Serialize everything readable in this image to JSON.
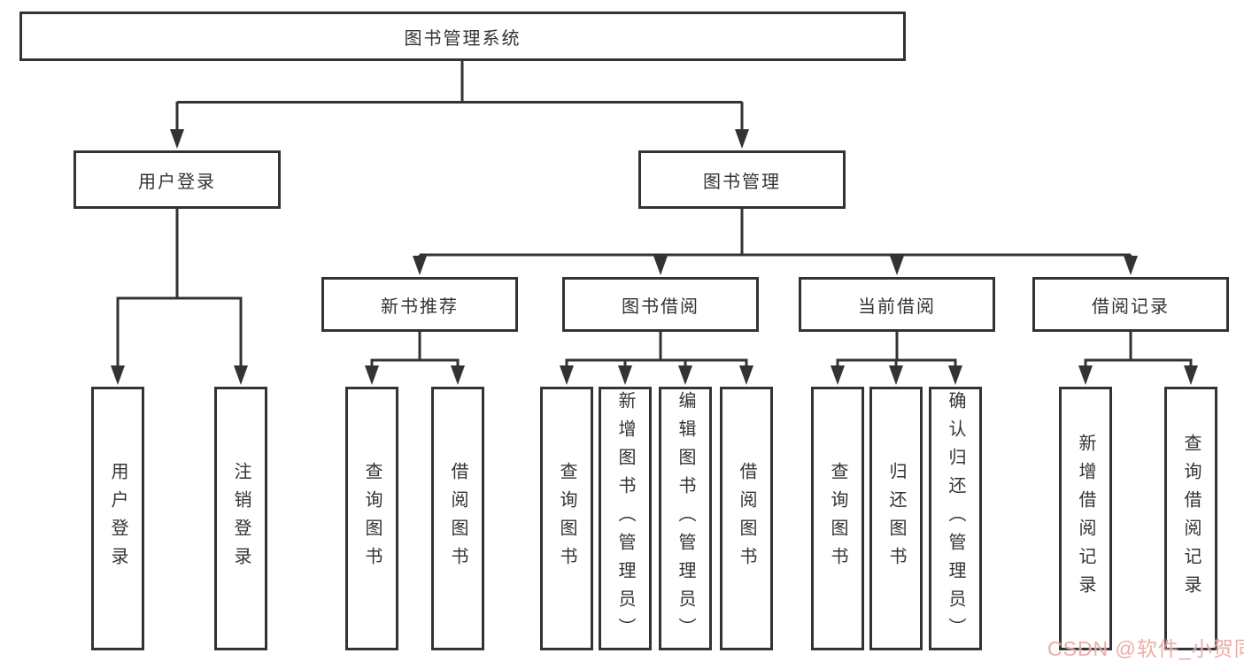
{
  "diagram": {
    "root": {
      "label": "图书管理系统"
    },
    "level2": [
      {
        "id": "user-login",
        "label": "用户登录"
      },
      {
        "id": "book-management",
        "label": "图书管理"
      }
    ],
    "level3": [
      {
        "id": "new-book-recommend",
        "label": "新书推荐"
      },
      {
        "id": "book-borrowing",
        "label": "图书借阅"
      },
      {
        "id": "current-borrowing",
        "label": "当前借阅"
      },
      {
        "id": "borrowing-records",
        "label": "借阅记录"
      }
    ],
    "leaves": [
      {
        "parent": "用户登录",
        "label": "用户登录"
      },
      {
        "parent": "用户登录",
        "label": "注销登录"
      },
      {
        "parent": "新书推荐",
        "label": "查询图书"
      },
      {
        "parent": "新书推荐",
        "label": "借阅图书"
      },
      {
        "parent": "图书借阅",
        "label": "查询图书"
      },
      {
        "parent": "图书借阅",
        "label": "新增图书（管理员）"
      },
      {
        "parent": "图书借阅",
        "label": "编辑图书（管理员）"
      },
      {
        "parent": "图书借阅",
        "label": "借阅图书"
      },
      {
        "parent": "当前借阅",
        "label": "查询图书"
      },
      {
        "parent": "当前借阅",
        "label": "归还图书"
      },
      {
        "parent": "当前借阅",
        "label": "确认归还（管理员）"
      },
      {
        "parent": "借阅记录",
        "label": "新增借阅记录"
      },
      {
        "parent": "借阅记录",
        "label": "查询借阅记录"
      }
    ]
  },
  "colors": {
    "line": "#333333",
    "text": "#333333",
    "watermark": "#e6a098"
  },
  "watermark": {
    "text": "CSDN @软件_小贺同学"
  }
}
